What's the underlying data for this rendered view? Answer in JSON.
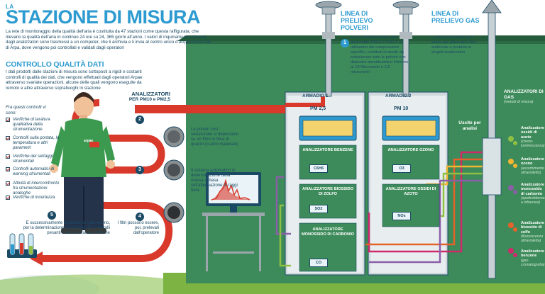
{
  "header": {
    "kicker": "LA",
    "title": "STAZIONE DI MISURA"
  },
  "intro": "La rete di monitoraggio della qualità dell'aria è costituita da 47 stazioni come questa raffigurata, che rilevano la qualità dell'aria in continuo 24 ore su 24, 365 giorni all'anno. I valori di inquinamento misurati dagli analizzatori sono trasmessi a un computer, che li archivia e li invia al centro unico d'acquisizione dati di Arpa, dove vengono poi controllati e validati dagli operatori",
  "quality": {
    "title": "CONTROLLO QUALITÀ DATI",
    "text": "I dati prodotti dalle stazioni di misura sono sottoposti a rigidi e costanti controlli di qualità dei dati, che vengono effettuati dagli operatori Arpae attraverso svariate operazioni, alcune delle quali vengono eseguite da remoto e altre attraverso sopralluoghi in stazione",
    "checks_title": "Fra questi controlli vi sono:",
    "checks": [
      "Verifiche di taratura qualitativa della strumentazione",
      "Controlli sulla portata, la temperatura e altri parametri",
      "Verifiche dei settaggi strumentali",
      "Controlli automatici di warning strumentali",
      "Attività di intercomfronto fra strumentazioni analoghe",
      "Verifiche di incertezza"
    ]
  },
  "process": {
    "analyzer_label": "ANALIZZATORI",
    "analyzer_sub": "PER PM10 e PM2,5",
    "step2": "Le polveri così selezionate si depositano su un filtro in fibra di quarzo (o altro materiale)",
    "step3": "Il sistema automatico di determinazione della massa si basa sull'attenuazione di raggi beta",
    "step4": "I filtri possono essere, poi, prelevati dall'operatore",
    "step5": "E successivamente analizzati in Laboratorio, per la determinazione analitica di IPA e Metalli pesanti o altre sostanze chimiche",
    "n2": "2",
    "n3": "3",
    "n4": "4",
    "n5": "5",
    "n1": "1"
  },
  "operator": {
    "badge": "arpae"
  },
  "dust_line": {
    "title": "LINEA DI PRELIEVO POLVERI",
    "text": "Per la determinazione del particolato PM10 e PM2,5 si utilizzano dei campionatori specifici, costituiti in modo da selezionare solo le polveri con diametro aerodinamico inferiore ai 10 Micrometri o 2,5 micrometri"
  },
  "gas_line": {
    "title": "LINEA DI PRELIEVO GAS",
    "text": "La linea di prelievo gas serve per prelevare l'aria ambiente e portarla ai singoli analizzatori"
  },
  "cabinets": {
    "arm1": "ARMADIO 1",
    "arm2": "ARMADIO 2",
    "pm25": "PM 2,5",
    "pm10": "PM 10",
    "a1": [
      "ANALIZZATORE BENZENE",
      "ANALIZZATORE BIOSSIDO DI ZOLFO",
      "ANALIZZATORE MONOSSIDO DI CARBONIO"
    ],
    "a2": [
      "ANALIZZATORE OZONO",
      "ANALIZZATORE OSSIDI DI AZOTO"
    ],
    "screens1": [
      "C6H6",
      "SO2",
      "CO"
    ],
    "screens2": [
      "O3",
      "NOx"
    ]
  },
  "outputs": "Uscite per analisi",
  "gas_analyzers": {
    "title": "ANALIZZATORI DI GAS",
    "sub": "(metodi di misura)",
    "items": [
      {
        "name": "Analizzatore ossidi di azoto",
        "method": "(chemi-luminescenza)",
        "color": "#8fc043"
      },
      {
        "name": "Analizzatore ozono",
        "method": "(assorbimento ultravioletto)",
        "color": "#f2b631"
      },
      {
        "name": "Analizzatore monossido di carbonio",
        "method": "(spettrofotometria a infrarossi)",
        "color": "#8b5fa8"
      },
      {
        "name": "Analizzatore biossido di zolfo",
        "method": "(fluorescenza ultravioletta)",
        "color": "#e5622b"
      },
      {
        "name": "Analizzatore benzene",
        "method": "(gas-cromatografia)",
        "color": "#cf2a6c"
      }
    ]
  },
  "colors": {
    "accent": "#2e9bd0",
    "navy": "#1b4a65",
    "red": "#d8392b",
    "green": "#3d8b5a",
    "dark_green": "#2c6b46"
  }
}
